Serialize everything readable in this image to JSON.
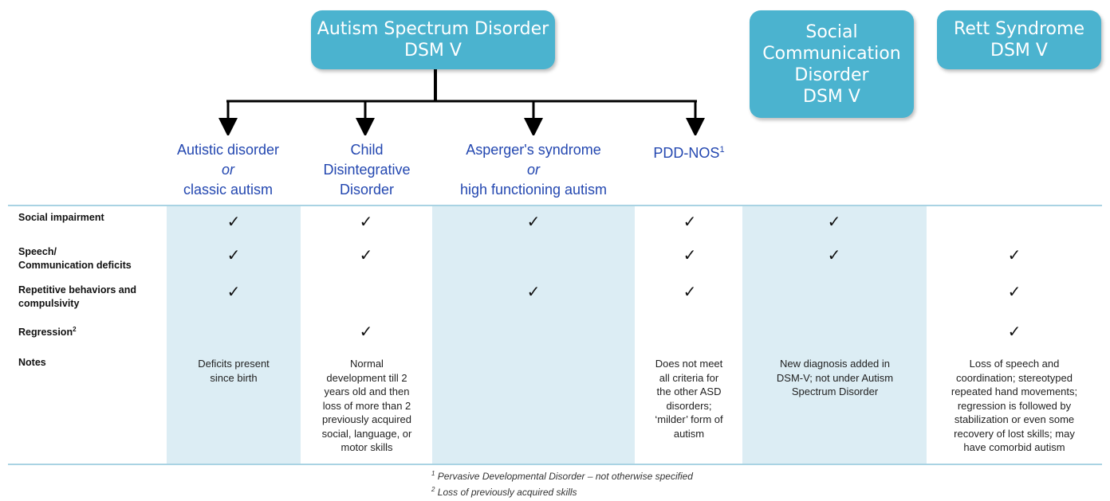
{
  "headers": {
    "asd": [
      "Autism Spectrum Disorder",
      "DSM V"
    ],
    "scd": [
      "Social",
      "Communication",
      "Disorder",
      "DSM V"
    ],
    "rett": [
      "Rett Syndrome",
      "DSM V"
    ]
  },
  "subtypes": {
    "autistic": {
      "line1": "Autistic disorder",
      "line2": "or",
      "line3": "classic autism"
    },
    "cdd": {
      "line1": "Child",
      "line2": "Disintegrative",
      "line3": "Disorder"
    },
    "asperger": {
      "line1": "Asperger's syndrome",
      "line2": "or",
      "line3": "high functioning autism"
    },
    "pddnos": {
      "label": "PDD-NOS",
      "sup": "1"
    }
  },
  "rows": {
    "social": [
      "Social impairment"
    ],
    "speech": [
      "Speech/",
      "Communication deficits"
    ],
    "repetitive": [
      "Repetitive behaviors and",
      "compulsivity"
    ],
    "regression": {
      "label": "Regression",
      "sup": "2"
    },
    "notes": [
      "Notes"
    ]
  },
  "checkmark": "✓",
  "checks": {
    "social": [
      true,
      true,
      true,
      true,
      true,
      false
    ],
    "speech": [
      true,
      true,
      false,
      true,
      true,
      true
    ],
    "repetitive": [
      true,
      false,
      true,
      true,
      false,
      true
    ],
    "regression": [
      false,
      true,
      false,
      false,
      false,
      true
    ]
  },
  "notes": {
    "autistic": [
      "Deficits present",
      "since birth"
    ],
    "cdd": [
      "Normal",
      "development till 2",
      "years old and then",
      "loss of more than 2",
      "previously acquired",
      "social, language, or",
      "motor skills"
    ],
    "asperger": [],
    "pddnos": [
      "Does not meet",
      "all criteria for",
      "the other ASD",
      "disorders;",
      "‘milder’ form of",
      "autism"
    ],
    "scd": [
      "New diagnosis added in",
      "DSM-V; not under Autism",
      "Spectrum Disorder"
    ],
    "rett": [
      "Loss of speech and",
      "coordination; stereotyped",
      "repeated hand movements;",
      "regression is followed by",
      "stabilization or even some",
      "recovery of lost skills; may",
      "have comorbid autism"
    ]
  },
  "footnotes": [
    {
      "sup": "1",
      "text": "Pervasive Developmental Disorder – not otherwise specified"
    },
    {
      "sup": "2",
      "text": "Loss of previously acquired skills"
    }
  ],
  "colors": {
    "header_fill": "#4bb3cf",
    "column_shade": "#dcedf4",
    "rule_line": "#a9d3e3",
    "subtype_text": "#2347b0"
  }
}
